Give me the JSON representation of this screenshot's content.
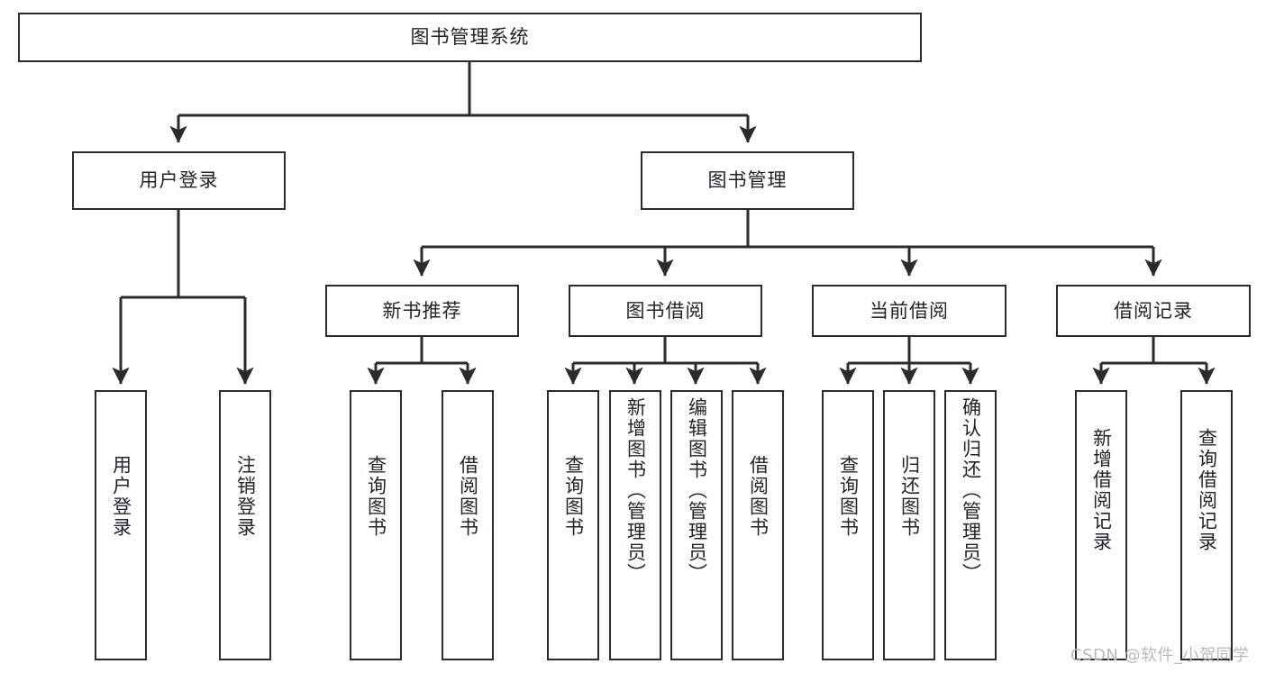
{
  "diagram": {
    "title": "图书管理系统",
    "type": "tree-hierarchy",
    "watermark": "CSDN @软件_小贺同学",
    "colors": {
      "box_border": "#2b2b2b",
      "box_fill": "#ffffff",
      "link": "#2b2b2b",
      "text": "#20242b",
      "watermark": "#b9b9b9",
      "background": "#ffffff"
    },
    "root": {
      "id": "root",
      "label": "图书管理系统"
    },
    "level2": [
      {
        "id": "user-login",
        "label": "用户登录"
      },
      {
        "id": "book-manage",
        "label": "图书管理"
      }
    ],
    "level3": [
      {
        "id": "new-book-rec",
        "label": "新书推荐",
        "parent": "book-manage"
      },
      {
        "id": "book-borrow",
        "label": "图书借阅",
        "parent": "book-manage"
      },
      {
        "id": "current-borrow",
        "label": "当前借阅",
        "parent": "book-manage"
      },
      {
        "id": "borrow-record",
        "label": "借阅记录",
        "parent": "book-manage"
      }
    ],
    "leaves": [
      {
        "id": "leaf-user-login",
        "label": "用户登录",
        "parent": "user-login"
      },
      {
        "id": "leaf-logout",
        "label": "注销登录",
        "parent": "user-login"
      },
      {
        "id": "leaf-query-book-1",
        "label": "查询图书",
        "parent": "new-book-rec"
      },
      {
        "id": "leaf-borrow-book-1",
        "label": "借阅图书",
        "parent": "new-book-rec"
      },
      {
        "id": "leaf-query-book-2",
        "label": "查询图书",
        "parent": "book-borrow"
      },
      {
        "id": "leaf-add-book",
        "label": "新增图书（管理员）",
        "parent": "book-borrow"
      },
      {
        "id": "leaf-edit-book",
        "label": "编辑图书（管理员）",
        "parent": "book-borrow"
      },
      {
        "id": "leaf-borrow-book-2",
        "label": "借阅图书",
        "parent": "book-borrow"
      },
      {
        "id": "leaf-query-book-3",
        "label": "查询图书",
        "parent": "current-borrow"
      },
      {
        "id": "leaf-return-book",
        "label": "归还图书",
        "parent": "current-borrow"
      },
      {
        "id": "leaf-confirm-return",
        "label": "确认归还（管理员）",
        "parent": "current-borrow"
      },
      {
        "id": "leaf-add-record",
        "label": "新增借阅记录",
        "parent": "borrow-record"
      },
      {
        "id": "leaf-query-record",
        "label": "查询借阅记录",
        "parent": "borrow-record"
      }
    ]
  }
}
